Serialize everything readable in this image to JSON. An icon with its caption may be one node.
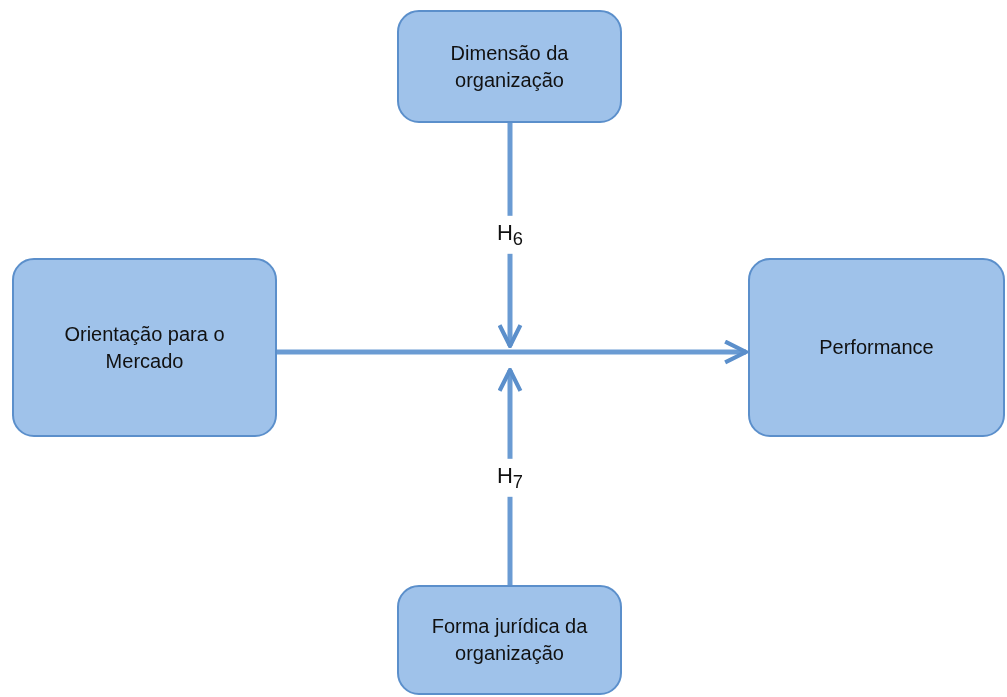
{
  "diagram": {
    "nodes": [
      {
        "text": [
          "Dimensão da organização"
        ]
      },
      {
        "text": [
          "Orientação para o Mercado"
        ]
      },
      {
        "text": [
          "Performance"
        ]
      },
      {
        "text": [
          "Forma jurídica da organização"
        ]
      }
    ],
    "edges": [
      {
        "from": 1,
        "to": 2,
        "arrow": "to"
      },
      {
        "from": 0,
        "to": null,
        "arrow": "to",
        "label": "H$_{6}$"
      },
      {
        "from": 3,
        "to": null,
        "arrow": "to",
        "label": "H$_{7}$"
      }
    ]
  }
}
